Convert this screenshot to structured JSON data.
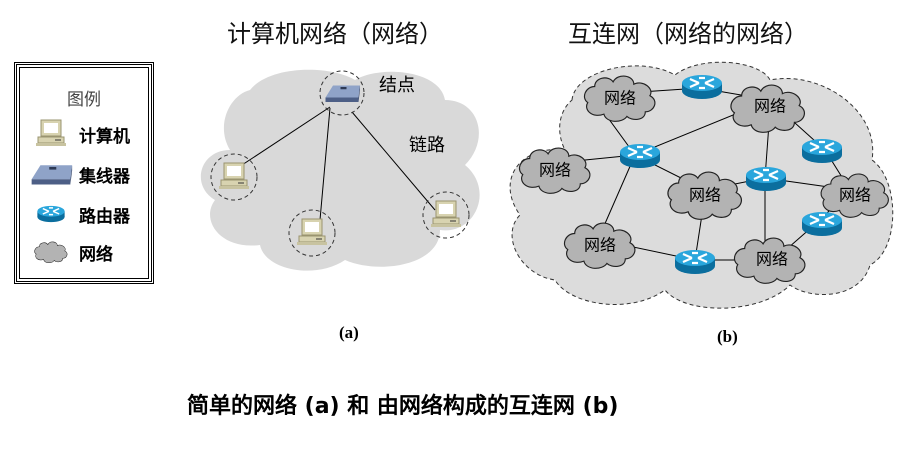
{
  "titles": {
    "left": "计算机网络（网络）",
    "right": "互连网（网络的网络）"
  },
  "legend": {
    "title": "图例",
    "items": [
      {
        "icon": "computer-icon",
        "label": "计算机"
      },
      {
        "icon": "hub-icon",
        "label": "集线器"
      },
      {
        "icon": "router-icon",
        "label": "路由器"
      },
      {
        "icon": "cloud-icon",
        "label": "网络"
      }
    ]
  },
  "diagram_a": {
    "node_label": "结点",
    "link_label": "链路",
    "sublabel": "(a)",
    "nodes": [
      "hub",
      "computer-left",
      "computer-middle",
      "computer-right"
    ],
    "links": [
      [
        "hub",
        "computer-left"
      ],
      [
        "hub",
        "computer-middle"
      ],
      [
        "hub",
        "computer-right"
      ]
    ]
  },
  "diagram_b": {
    "sublabel": "(b)",
    "network_label": "网络",
    "networks": [
      "net-1",
      "net-2",
      "net-3",
      "net-4",
      "net-5",
      "net-6",
      "net-7"
    ],
    "routers": [
      "r-1",
      "r-2",
      "r-3",
      "r-4",
      "r-5",
      "r-6"
    ]
  },
  "caption": "简单的网络 (a) 和 由网络构成的互连网 (b)",
  "colors": {
    "cloud_fill": "#d9d9d9",
    "net_cloud_fill": "#b3b3b3",
    "router_top": "#2aa6dc",
    "router_side": "#0b6e9e",
    "computer": "#d8d3b0",
    "hub": "#7f93b8"
  }
}
